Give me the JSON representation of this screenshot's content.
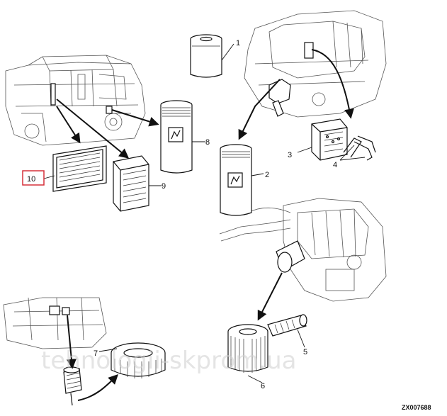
{
  "diagram": {
    "callouts": [
      "1",
      "2",
      "3",
      "4",
      "5",
      "6",
      "7",
      "8",
      "9",
      "10"
    ],
    "highlighted_callout": "10",
    "highlight_color": "#d6303a",
    "ink_color": "#111111",
    "figure_code": "ZX007688",
    "watermark": "tehnologii-skprom.ua"
  }
}
